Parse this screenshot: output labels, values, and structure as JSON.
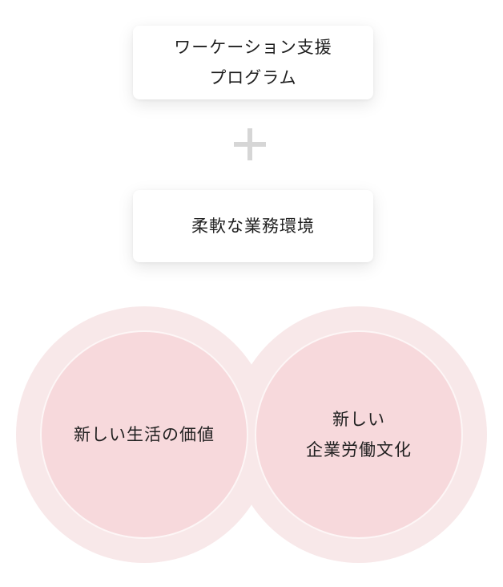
{
  "top_card": {
    "line1": "ワーケーション支援",
    "line2": "プログラム"
  },
  "operator": {
    "symbol": "plus-icon"
  },
  "middle_card": {
    "label": "柔軟な業務環境"
  },
  "left_circle": {
    "label": "新しい生活の価値"
  },
  "right_circle": {
    "line1": "新しい",
    "line2": "企業労働文化"
  },
  "colors": {
    "outer_ring": "#f8e8e9",
    "inner_circle": "#f7d9dc",
    "plus": "#d6d6d6"
  }
}
